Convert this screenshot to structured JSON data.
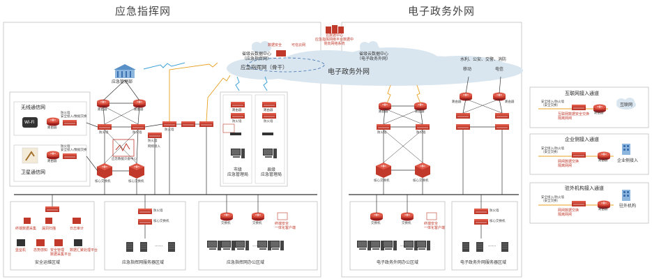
{
  "titles": {
    "left": "应急指挥网",
    "right": "电子政务外网"
  },
  "cloud": {
    "backbone": "应急指挥网（骨干）",
    "egov": "电子政务外网",
    "province_left": "省级云数据中心\n（应急指挥网）",
    "province_right": "省级云数据中心\n（电子政务外网）",
    "top_data_center": "云数据中心\n应急指挥网络平台数据中\n侧向网络系统",
    "data_security": "数据安全",
    "trusted_net": "可信云网"
  },
  "left": {
    "emergency_dept": "应急管理部",
    "wireless_net": "无线通信网",
    "satellite_net": "卫星通信网",
    "wifi": "Wi-Fi",
    "router_wireless": "路由器",
    "router_satellite": "路由器",
    "fw_wireless": "防火墙\n安全接入/数据交换",
    "fw_satellite": "防火墙\n安全接入/数据交换",
    "core_left": "核心交换机",
    "core_right": "核心交换机",
    "router_top_left": "路由器",
    "router_top_right": "路由器",
    "fw_core_left": "防火墙",
    "fw_core_right": "防火墙",
    "security_zone": "应急数据灾备中心",
    "border_fw_1": "防火墙",
    "border_fw_2": "防火墙",
    "municipal_label": "市级\n应急管理局",
    "county_label": "县级\n应急管理局",
    "municipal_router": "路由器",
    "county_router": "路由器",
    "municipal_fw": "防火墙",
    "county_fw": "防火墙",
    "inbound_label": "网络接入",
    "security_ops": "安全运维区域",
    "server_zone": "应急指挥网服务器区域",
    "office_zone": "应急指挥网办公区域",
    "ops_items": [
      "终端数据采集",
      "漏洞扫描",
      "日志审计",
      "堡垒机",
      "态势感知",
      "安全管理\n数据采集平台",
      "数据汇聚处理平台"
    ],
    "server_switch": "核心交换机",
    "server_fw": "防火墙",
    "office_switch_1": "交换机",
    "office_switch_2": "交换机",
    "office_security": "终端安全\n一体化客户端",
    "ellipsis": "......"
  },
  "right": {
    "mobile": "移动",
    "telecom": "电信",
    "agencies": "水利、公安、交警、消防",
    "router_a": "路由器",
    "router_b": "路由器",
    "router_c": "路由器",
    "router_d": "路由器",
    "core_left": "核心交换机",
    "core_right": "核心交换机",
    "fw_left": "防火墙",
    "fw_right": "防火墙",
    "office_zone": "电子政务外网办公区域",
    "server_zone": "电子政务外网服务器区域",
    "office_switch_1": "交换机",
    "office_switch_2": "交换机",
    "office_security": "终端安全\n一体化客户端",
    "server_fw": "防火墙",
    "server_switch": "核心交换机",
    "ellipsis": "......"
  },
  "legend": {
    "internet": {
      "title": "互联网接入通道",
      "node": "互联网",
      "router": "路由器",
      "note": "互联网数据安全交换\n隔离网闸",
      "fw": "安全接入/防火墙\n（安全交换）"
    },
    "enterprise": {
      "title": "企业侧接入通道",
      "node": "企业侧接入",
      "router": "路由器",
      "note": "网闸数据交换\n隔离网闸",
      "fw": "安全接入/防火墙\n（安全交换）"
    },
    "agency": {
      "title": "驻外机构接入通道",
      "node": "驻外机构",
      "router": "路由器",
      "note": "网闸数据交换\n隔离网闸",
      "fw": "安全接入/防火墙\n（安全交换）"
    }
  },
  "colors": {
    "red": "#c0392b",
    "cloud": "#d9e6ef",
    "lightning": "#3aa0d8",
    "orange_link": "#e8a020",
    "box_border": "#bfbfbf"
  }
}
